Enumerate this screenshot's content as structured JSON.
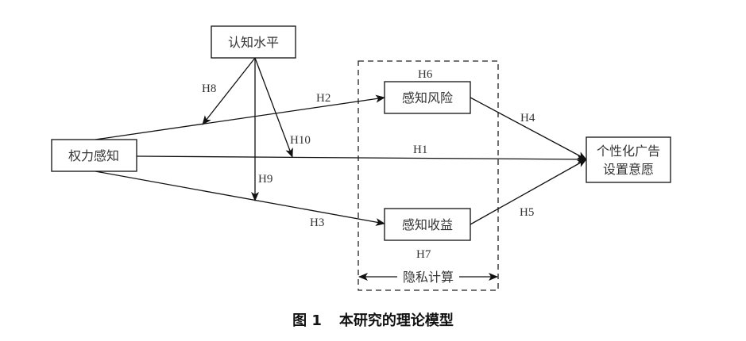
{
  "nodes": {
    "cognitive_level": "认知水平",
    "power_perception": "权力感知",
    "perceived_risk": "感知风险",
    "perceived_benefit": "感知收益",
    "intention_line1": "个性化广告",
    "intention_line2": "设置意愿"
  },
  "group": {
    "label": "隐私计算"
  },
  "hypotheses": {
    "h1": "H1",
    "h2": "H2",
    "h3": "H3",
    "h4": "H4",
    "h5": "H5",
    "h6": "H6",
    "h7": "H7",
    "h8": "H8",
    "h9": "H9",
    "h10": "H10"
  },
  "caption": {
    "figure_number": "图 1",
    "title": "本研究的理论模型"
  }
}
